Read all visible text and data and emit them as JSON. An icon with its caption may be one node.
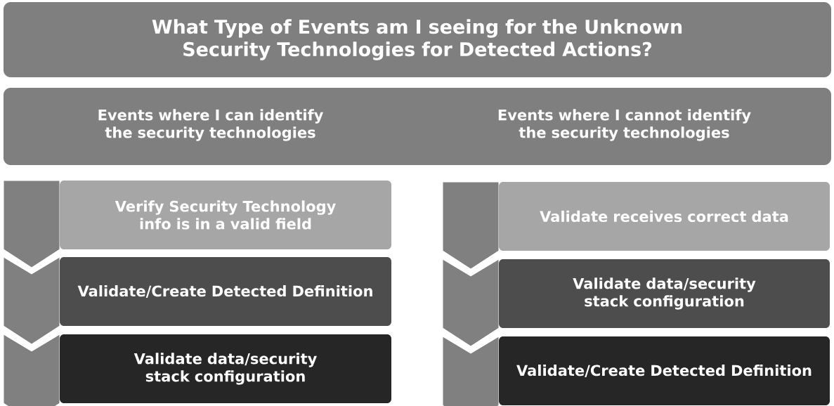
{
  "diagram": {
    "title": "What Type of Events am I seeing for the Unknown Security Technologies for Detected Actions?",
    "nodes": [
      {
        "text": [
          "Events where I can identify the security technologies",
          "Events where I cannot identify the security technologies"
        ]
      },
      {
        "text": [
          "Verify Security Technology info is in a valid field"
        ]
      },
      {
        "text": [
          "Validate/Create Detected Definition"
        ]
      },
      {
        "text": [
          "Validate data/security stack configuration"
        ]
      },
      {
        "text": [
          "Validate receives correct data"
        ]
      },
      {
        "text": [
          "Validate data/security stack configuration"
        ]
      },
      {
        "text": [
          "Validate/Create Detected Definition"
        ]
      }
    ]
  }
}
